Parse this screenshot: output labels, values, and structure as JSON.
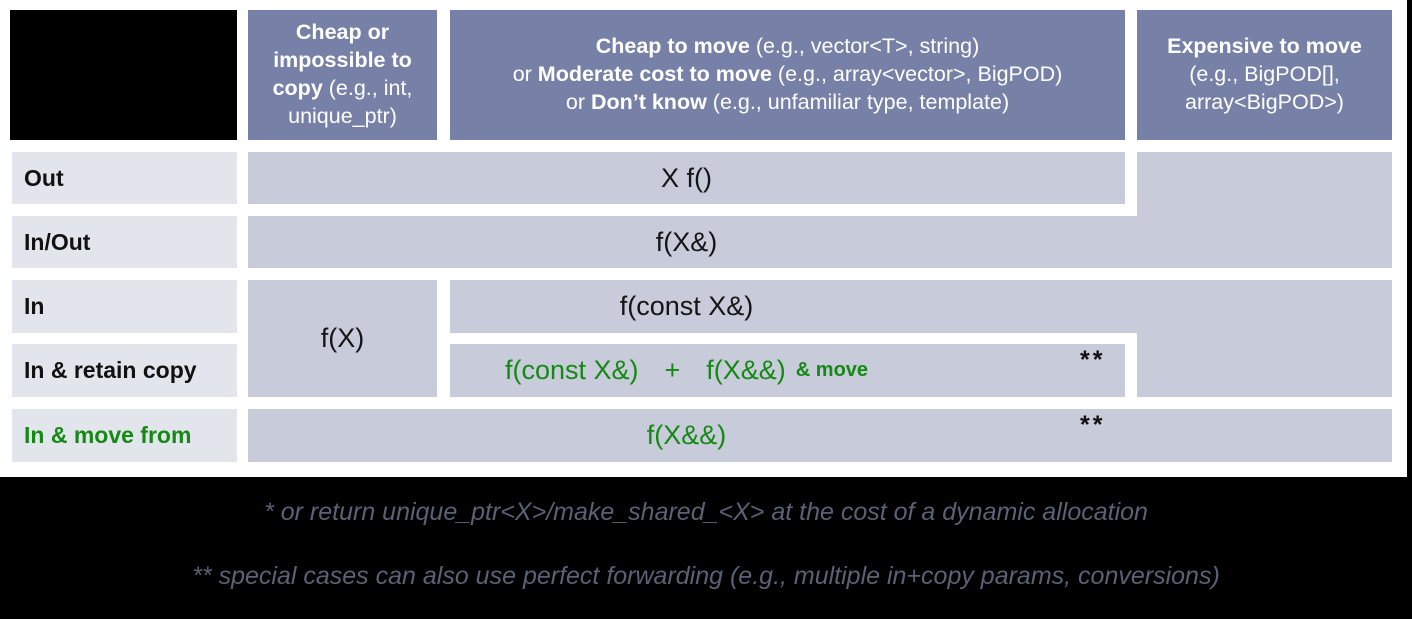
{
  "colors": {
    "header_bg": "#7781a7",
    "cell_bg": "#c8cbd9",
    "label_bg": "#e2e5ec",
    "green": "#148a14",
    "footnote": "#5a6174"
  },
  "headers": {
    "col1": {
      "bold": "Cheap or impossible to copy",
      "rest": " (e.g., int, unique_ptr)"
    },
    "col2": {
      "line1_bold": "Cheap to move",
      "line1_rest": " (e.g., vector<T>, string)",
      "line2_pre": "or ",
      "line2_bold": "Moderate cost to move",
      "line2_rest": " (e.g., array<vector>, BigPOD)",
      "line3_pre": "or ",
      "line3_bold": "Don’t know",
      "line3_rest": " (e.g., unfamiliar type, template)"
    },
    "col3": {
      "line1": "Expensive to move",
      "line2": "(e.g., BigPOD[],",
      "line3": "array<BigPOD>)"
    }
  },
  "rows": {
    "out": {
      "label": "Out",
      "formula": "X f()"
    },
    "inout": {
      "label": "In/Out",
      "formula": "f(X&)"
    },
    "in": {
      "label": "In",
      "formula": "f(const X&)",
      "col1_formula": "f(X)"
    },
    "retain": {
      "label": "In & retain copy",
      "formula": "f(const X&)",
      "plus": "+",
      "formula2": "f(X&&)",
      "suffix": "& move",
      "stars": "**"
    },
    "move": {
      "label": "In & move from",
      "formula": "f(X&&)",
      "stars": "**"
    }
  },
  "footnotes": {
    "first": "* or return unique_ptr<X>/make_shared_<X> at the cost of a dynamic allocation",
    "second": "** special cases can also use perfect forwarding (e.g., multiple in+copy params, conversions)"
  }
}
